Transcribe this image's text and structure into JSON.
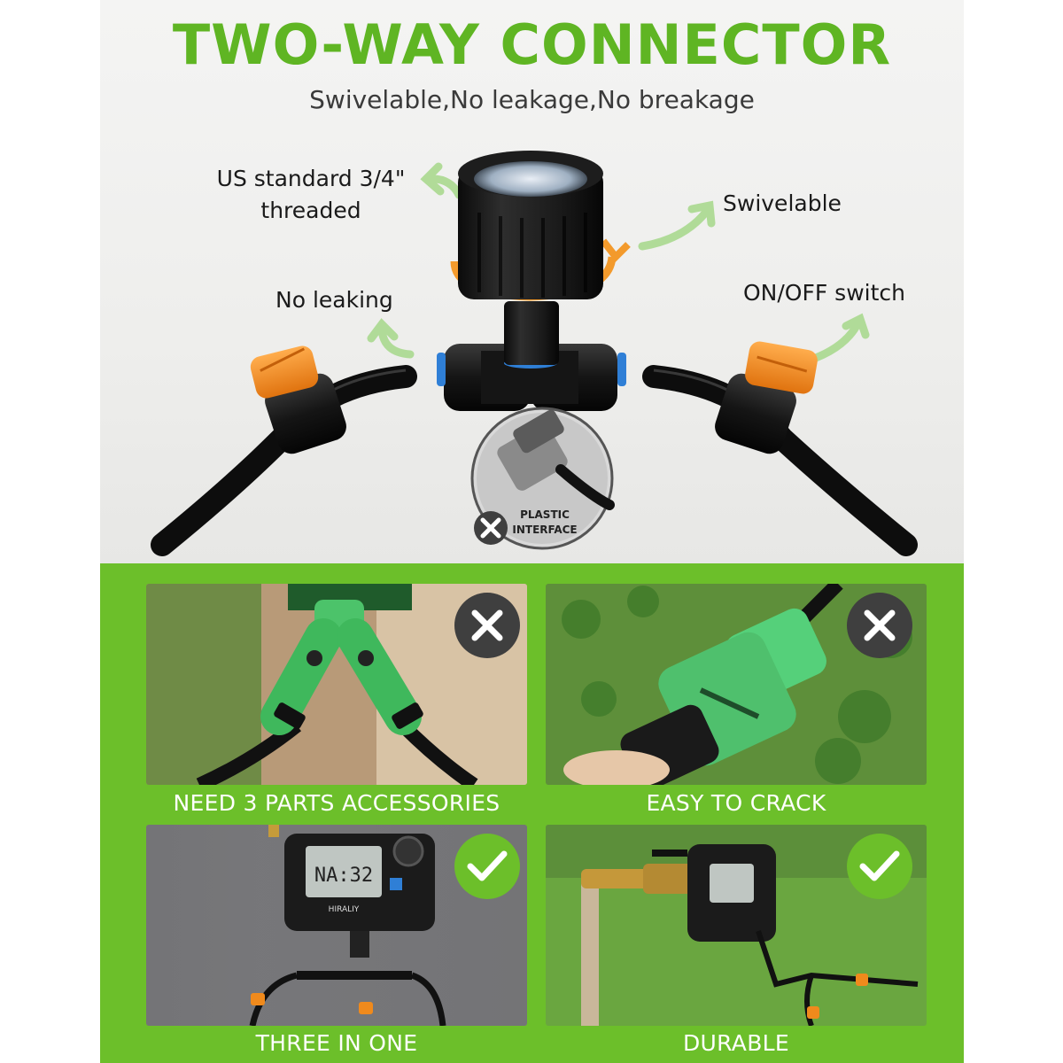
{
  "header": {
    "title": "TWO-WAY CONNECTOR",
    "subtitle": "Swivelable,No leakage,No breakage"
  },
  "callouts": {
    "thread_line1": "US standard 3/4\"",
    "thread_line2": "threaded",
    "swivel": "Swivelable",
    "leak": "No leaking",
    "switch": "ON/OFF switch"
  },
  "inset": {
    "line1": "PLASTIC",
    "line2": "INTERFACE"
  },
  "timer_display": "NA:32",
  "timer_brand": "HIRALIY",
  "panels": [
    {
      "caption": "NEED 3 PARTS ACCESSORIES",
      "status": "bad"
    },
    {
      "caption": "EASY TO CRACK",
      "status": "bad"
    },
    {
      "caption": "THREE IN ONE",
      "status": "good"
    },
    {
      "caption": "DURABLE",
      "status": "good"
    }
  ],
  "colors": {
    "brand_green": "#5fb523",
    "panel_green": "#6cbf2a",
    "orange_valve": "#f08a1c",
    "badge_dark": "#3f3f3f"
  }
}
